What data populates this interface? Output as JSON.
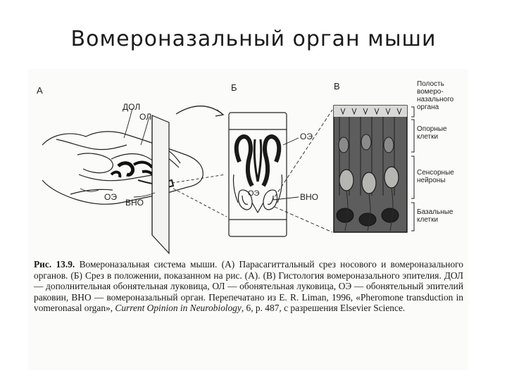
{
  "slide": {
    "title": "Вомероназальный орган мыши"
  },
  "figure": {
    "panels": {
      "a": "А",
      "b": "Б",
      "c": "В"
    },
    "panel_a": {
      "dol": "ДОЛ",
      "ol": "ОЛ",
      "oe": "ОЭ",
      "vno": "ВНО"
    },
    "panel_b": {
      "oe": "ОЭ",
      "oe_inner": "ОЭ",
      "vno": "ВНО"
    },
    "panel_c": {
      "cavity": "Полость вомеро-назального органа",
      "support": "Опорные клетки",
      "sensory": "Сенсорные нейроны",
      "basal": "Базальные клетки"
    }
  },
  "caption": {
    "fig_num": "Рис. 13.9.",
    "part1": " Вомероназальная система мыши. (А) Парасагиттальный срез носового и вомероназального органов. (Б) Срез в положении, показанном на рис. (А). (В) Гистология вомероназального эпителия. ДОЛ — дополнительная обонятельная луковица, ОЛ — обонятельная луковица, ОЭ — обонятельный эпителий раковин, ВНО — вомероназальный орган. Перепечатано из E. R. Liman, 1996, «Pheromone transduction in vomeronasal organ», ",
    "journal": "Current Opinion in Neurobiology",
    "part2": ", 6, р. 487, с разрешения Elsevier Science."
  }
}
